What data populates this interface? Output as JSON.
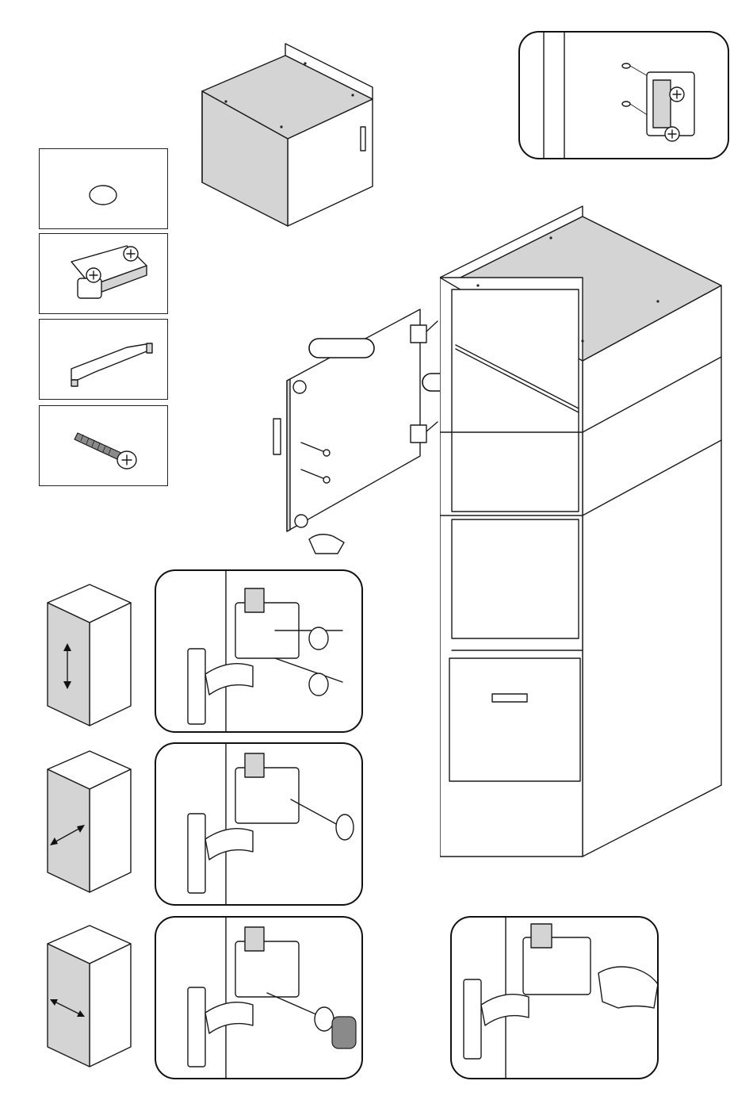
{
  "title": "",
  "callouts": [],
  "parts": [
    {
      "name": "cover-cap"
    },
    {
      "name": "hinge-mounting-plate"
    },
    {
      "name": "door-handle"
    },
    {
      "name": "handle-screw"
    }
  ],
  "adjustments": [
    {
      "name": "height-adjustment",
      "arrow": "vertical"
    },
    {
      "name": "depth-adjustment",
      "arrow": "diagonal"
    },
    {
      "name": "side-adjustment",
      "arrow": "horizontal"
    }
  ],
  "colors": {
    "line": "#1a1a1a",
    "panel_gray": "#d4d4d4",
    "background": "#ffffff"
  }
}
